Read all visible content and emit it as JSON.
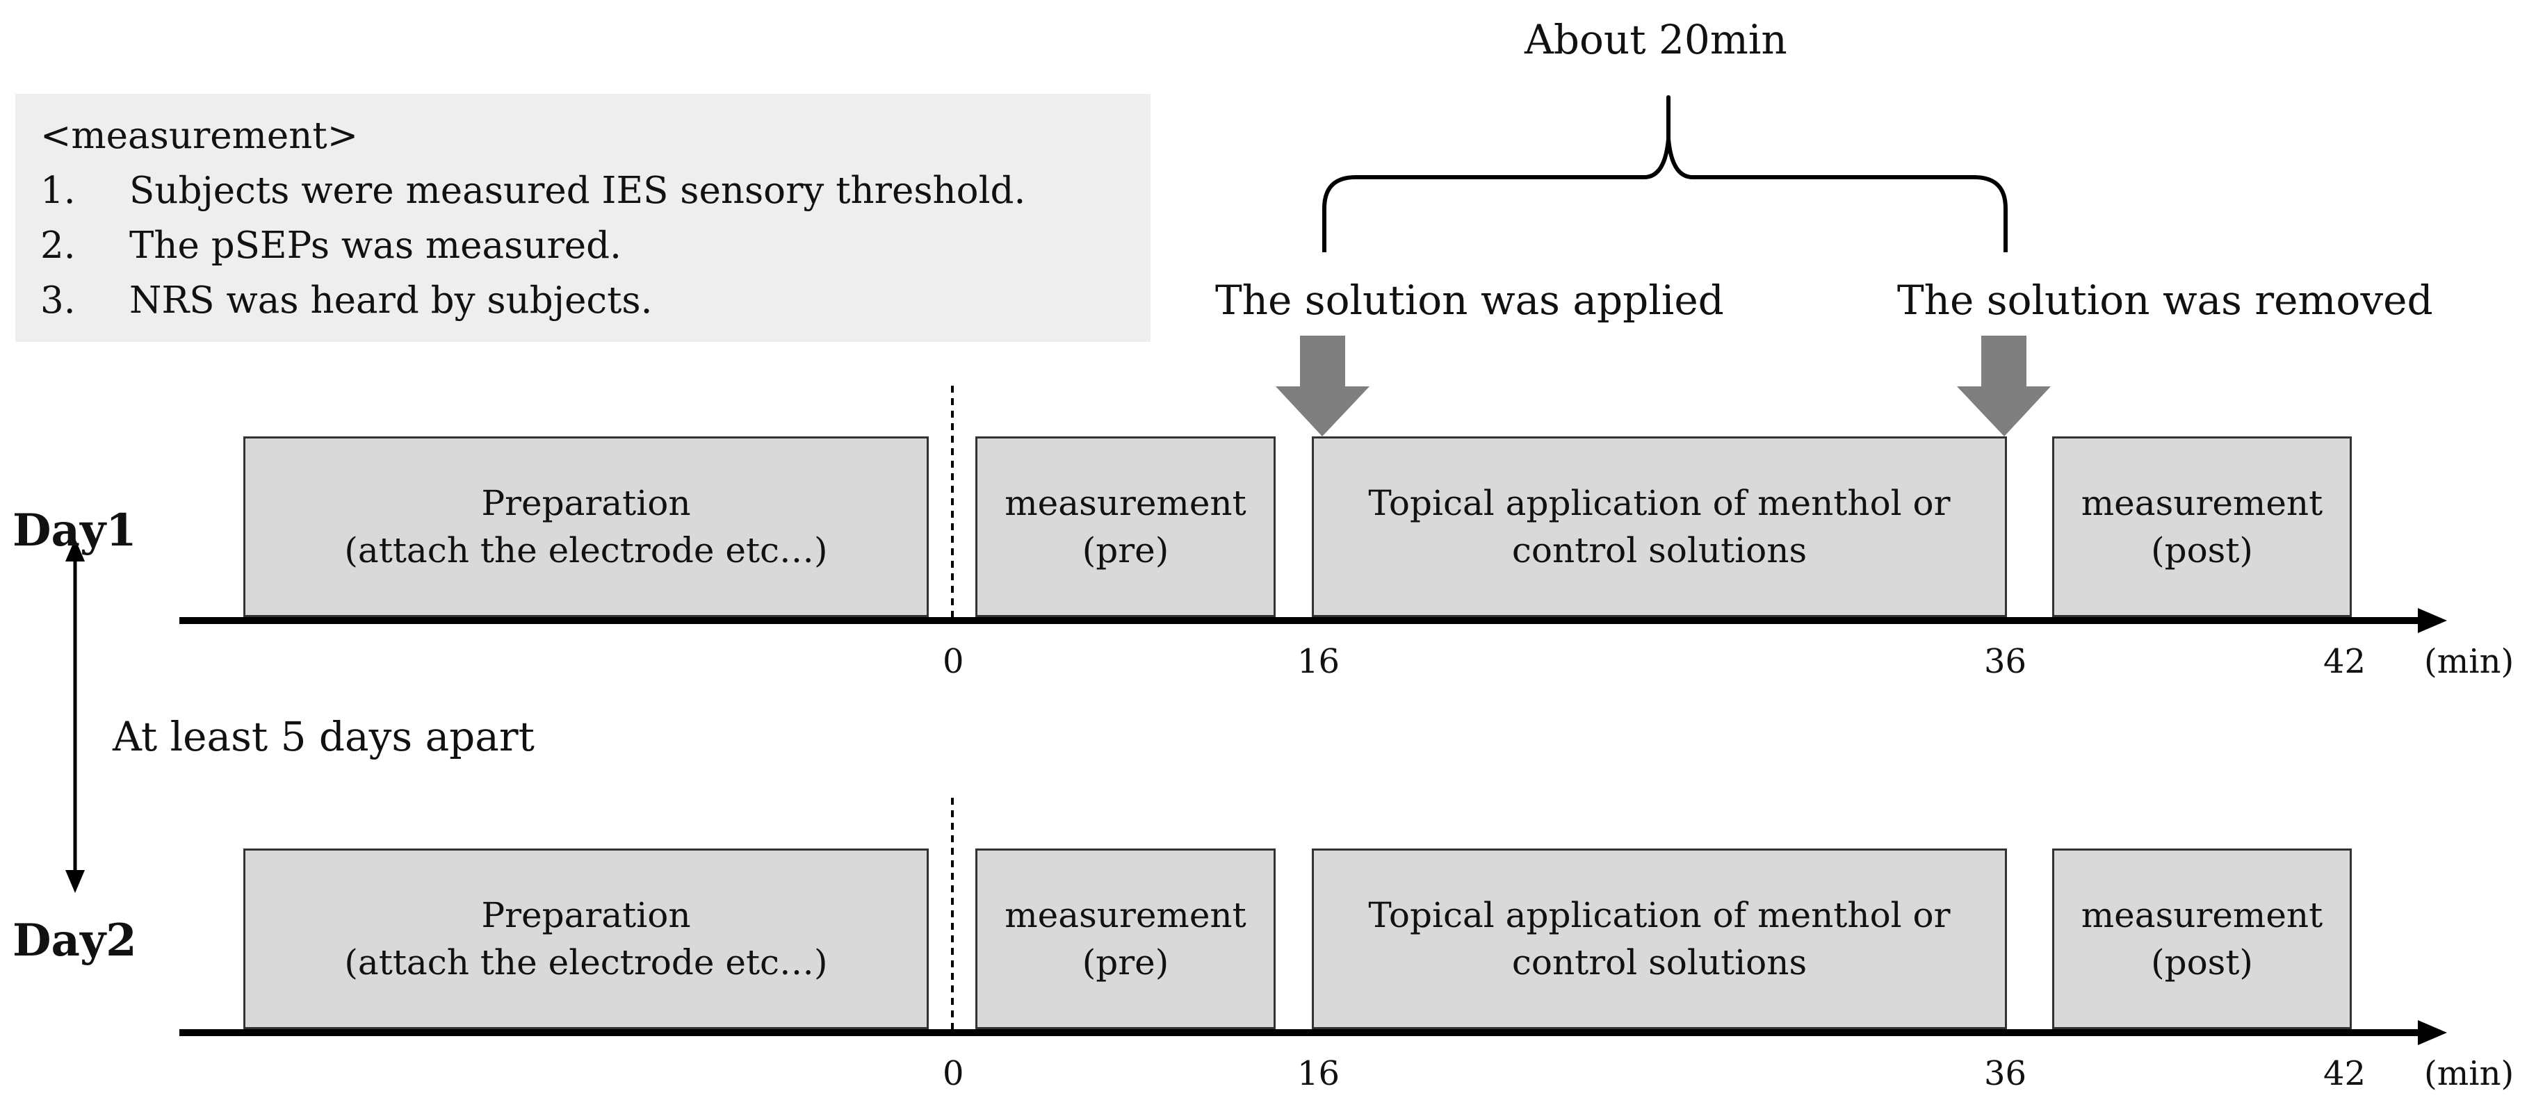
{
  "notes": {
    "heading": "<measurement>",
    "items": [
      {
        "num": "1.",
        "text": "Subjects were measured IES sensory  threshold."
      },
      {
        "num": "2.",
        "text": "The pSEPs  was measured."
      },
      {
        "num": "3.",
        "text": "NRS was heard by subjects."
      }
    ]
  },
  "annotations": {
    "duration": "About 20min",
    "applied": "The solution was applied",
    "removed": "The solution was removed",
    "apart": "At least 5 days apart"
  },
  "days": [
    {
      "label": "Day1",
      "phases": [
        {
          "line1": "Preparation",
          "line2": "(attach the electrode etc…)"
        },
        {
          "line1": "measurement",
          "line2": "(pre)"
        },
        {
          "line1": "Topical application of menthol or",
          "line2": "control solutions"
        },
        {
          "line1": "measurement",
          "line2": "(post)"
        }
      ],
      "ticks": [
        "0",
        "16",
        "36",
        "42"
      ],
      "unit": "(min)"
    },
    {
      "label": "Day2",
      "phases": [
        {
          "line1": "Preparation",
          "line2": "(attach the electrode etc…)"
        },
        {
          "line1": "measurement",
          "line2": "(pre)"
        },
        {
          "line1": "Topical application of menthol or",
          "line2": "control solutions"
        },
        {
          "line1": "measurement",
          "line2": "(post)"
        }
      ],
      "ticks": [
        "0",
        "16",
        "36",
        "42"
      ],
      "unit": "(min)"
    }
  ],
  "colors": {
    "phase_fill": "#d9d9d9",
    "note_fill": "#eeeeee",
    "marker_arrow": "#7f7f7f",
    "line": "#000000"
  }
}
